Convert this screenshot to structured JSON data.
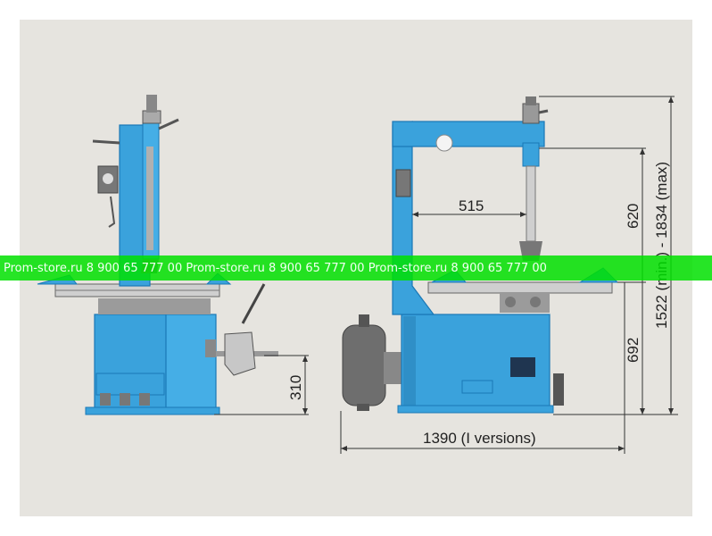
{
  "dimensions": {
    "arm_reach": "515",
    "column_upper": "620",
    "total_height": "1522 (min.) - 1834 (max)",
    "table_height": "692",
    "pedal_height": "310",
    "overall_width": "1390 (I versions)"
  },
  "watermark": {
    "text": "Prom-store.ru   8 900 65 777 00    Prom-store.ru   8 900 65 777 00    Prom-store.ru   8 900 65 777 00",
    "color": "#00e000"
  },
  "colors": {
    "panel": "#e6e4df",
    "machine_blue": "#3aa2dc",
    "machine_dark": "#1a78b6",
    "grey_part": "#b9b9b9",
    "tank": "#6e6e6e",
    "line": "#333333"
  }
}
